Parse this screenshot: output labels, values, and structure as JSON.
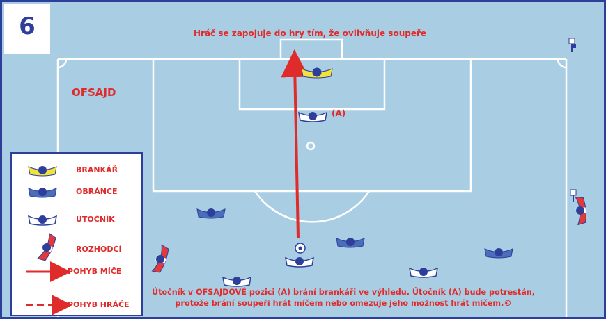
{
  "page": {
    "number": "6",
    "title": "Hráč se zapojuje do hry tím, že ovlivňuje soupeře",
    "offside_label": "OFSAJD",
    "attacker_label": "(A)",
    "caption_line1": "Útočník v OFSAJDOVÉ pozici (A) brání brankáři ve výhledu. Útočník (A) bude potrestán,",
    "caption_line2": "protože brání soupeři hrát míčem nebo omezuje jeho možnost hrát míčem.©"
  },
  "legend": {
    "goalkeeper": "BRANKÁŘ",
    "defender": "OBRÁNCE",
    "attacker": "ÚTOČNÍK",
    "referee": "ROZHODČÍ",
    "ball_movement": "POHYB MÍČE",
    "player_movement": "POHYB HRÁČE"
  },
  "colors": {
    "field": "#a9cde3",
    "frame": "#2d3f9a",
    "accent_red": "#e02b2b",
    "goalkeeper": "#f3e23a",
    "defender": "#4a6fb8",
    "attacker": "#ffffff",
    "referee": "#e23a3a",
    "player_head": "#2d3f9a"
  }
}
